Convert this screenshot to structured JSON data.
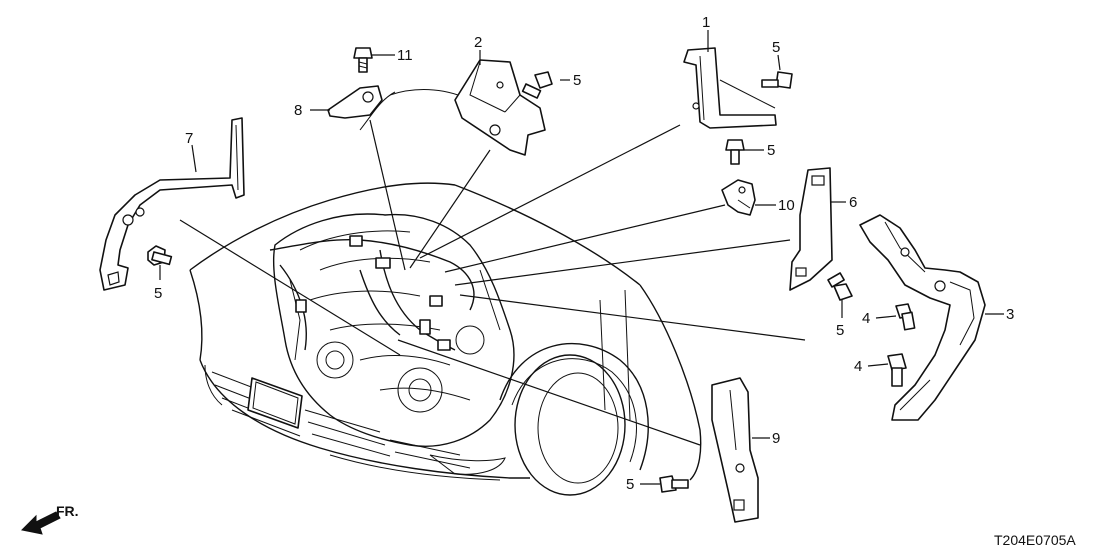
{
  "diagram": {
    "code": "T204E0705A",
    "direction": "FR.",
    "callouts": [
      "1",
      "2",
      "3",
      "4",
      "4",
      "5",
      "5",
      "5",
      "5",
      "5",
      "5",
      "6",
      "7",
      "8",
      "9",
      "10",
      "11"
    ]
  }
}
